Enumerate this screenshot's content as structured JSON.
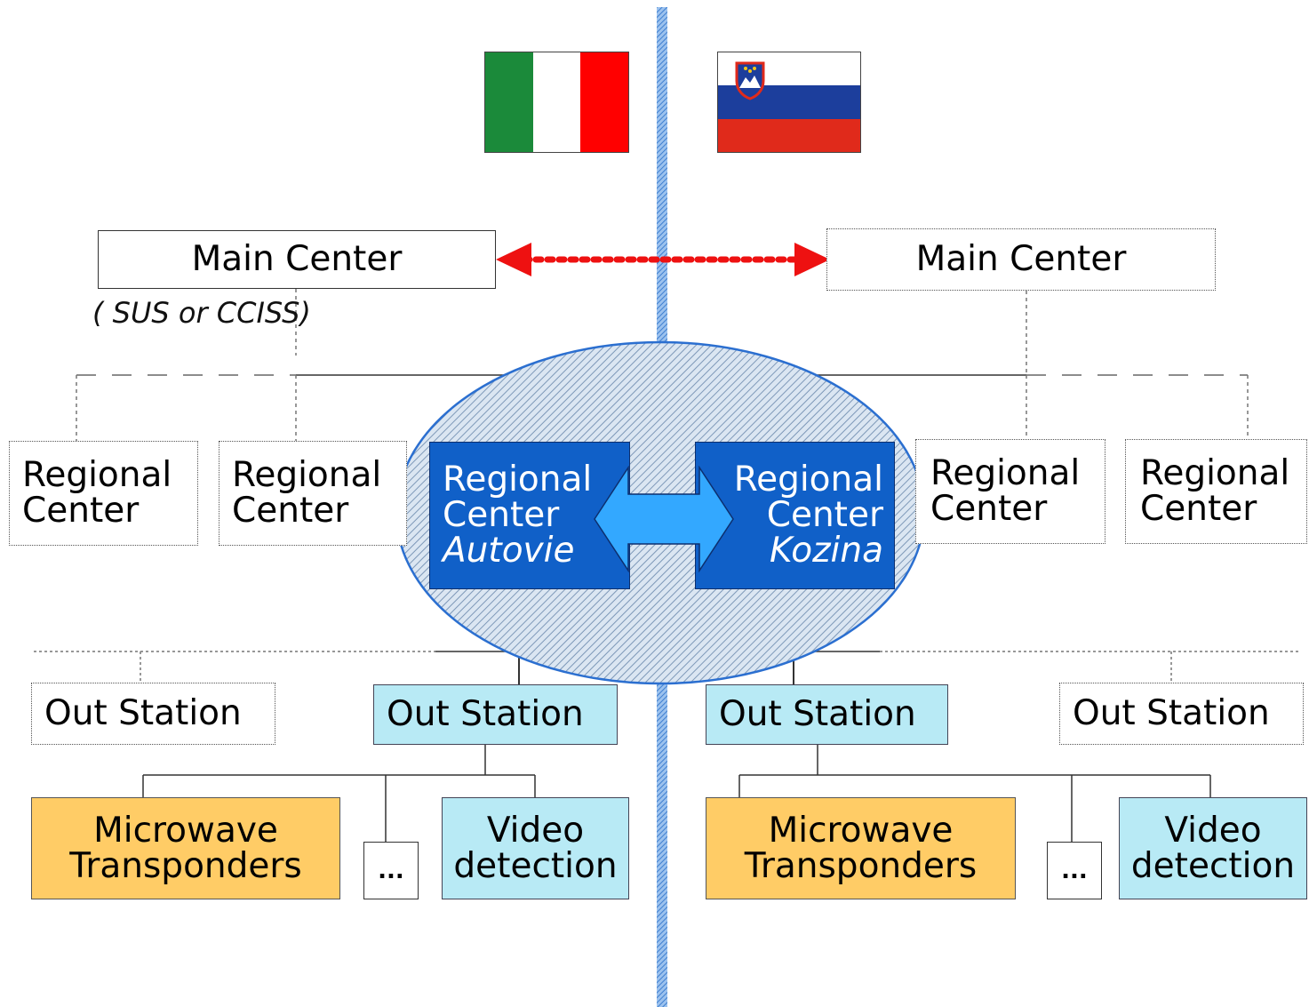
{
  "colors": {
    "italy": [
      "#1b8a3a",
      "#ffffff",
      "#ff0000"
    ],
    "slovenia": [
      "#ffffff",
      "#1c3e9c",
      "#e02a1b"
    ],
    "border_line": "#5b8fd6",
    "regional_box_blue": "#1060c8",
    "out_station_cyan": "#b8eaf5",
    "microwave_orange": "#ffcc66",
    "link_arrow": "#ee1111",
    "exchange_arrow": "#33a8ff"
  },
  "flags": {
    "left_icon": "italy-flag-icon",
    "right_icon": "slovenia-flag-icon"
  },
  "left": {
    "main_center": "Main Center",
    "main_center_note": "( SUS or CCISS)",
    "regional_1": [
      "Regional",
      "Center"
    ],
    "regional_2": [
      "Regional",
      "Center"
    ],
    "regional_highlight": [
      "Regional",
      "Center",
      "Autovie"
    ],
    "out_station_plain": "Out Station",
    "out_station_active": "Out Station",
    "microwave": [
      "Microwave",
      "Transponders"
    ],
    "ellipsis": "...",
    "video": [
      "Video",
      "detection"
    ]
  },
  "right": {
    "main_center": "Main Center",
    "regional_highlight": [
      "Regional",
      "Center",
      "Kozina"
    ],
    "regional_1": [
      "Regional",
      "Center"
    ],
    "regional_2": [
      "Regional",
      "Center"
    ],
    "out_station_active": "Out Station",
    "out_station_plain": "Out Station",
    "microwave": [
      "Microwave",
      "Transponders"
    ],
    "ellipsis": "...",
    "video": [
      "Video",
      "detection"
    ]
  }
}
